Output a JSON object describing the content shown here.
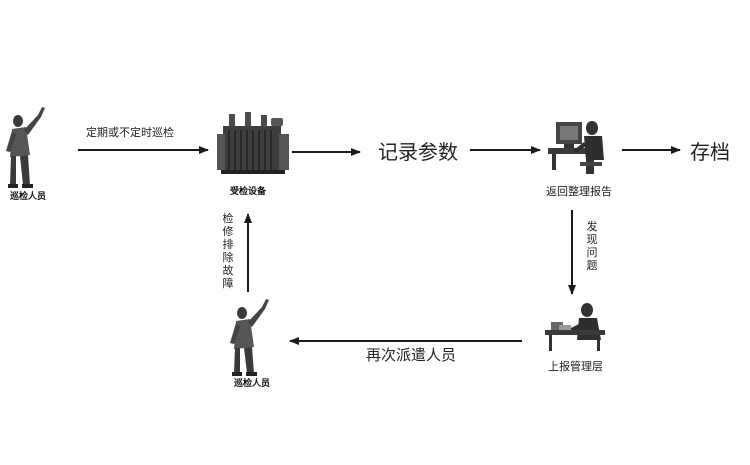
{
  "nodes": {
    "inspector_top": {
      "label": "巡检人员",
      "icon": "pointing-man-icon"
    },
    "inspected_equipment": {
      "label": "受检设备",
      "icon": "transformer-icon"
    },
    "record_parameters": {
      "label": "记录参数"
    },
    "report": {
      "label": "返回整理报告",
      "icon": "computer-operator-icon"
    },
    "archive": {
      "label": "存档"
    },
    "management": {
      "label": "上报管理层",
      "icon": "desk-manager-icon"
    },
    "inspector_bottom": {
      "label": "巡检人员",
      "icon": "pointing-man-icon"
    }
  },
  "edges": {
    "inspect": {
      "label": "定期或不定时巡检"
    },
    "problem_found": {
      "chars": [
        "发",
        "现",
        "问",
        "题"
      ]
    },
    "dispatch_again": {
      "label": "再次派遣人员"
    },
    "repair": {
      "chars": [
        "检",
        "修",
        "排",
        "除",
        "故",
        "障"
      ]
    }
  },
  "colors": {
    "ink": "#1a1a1a",
    "background": "#ffffff"
  }
}
